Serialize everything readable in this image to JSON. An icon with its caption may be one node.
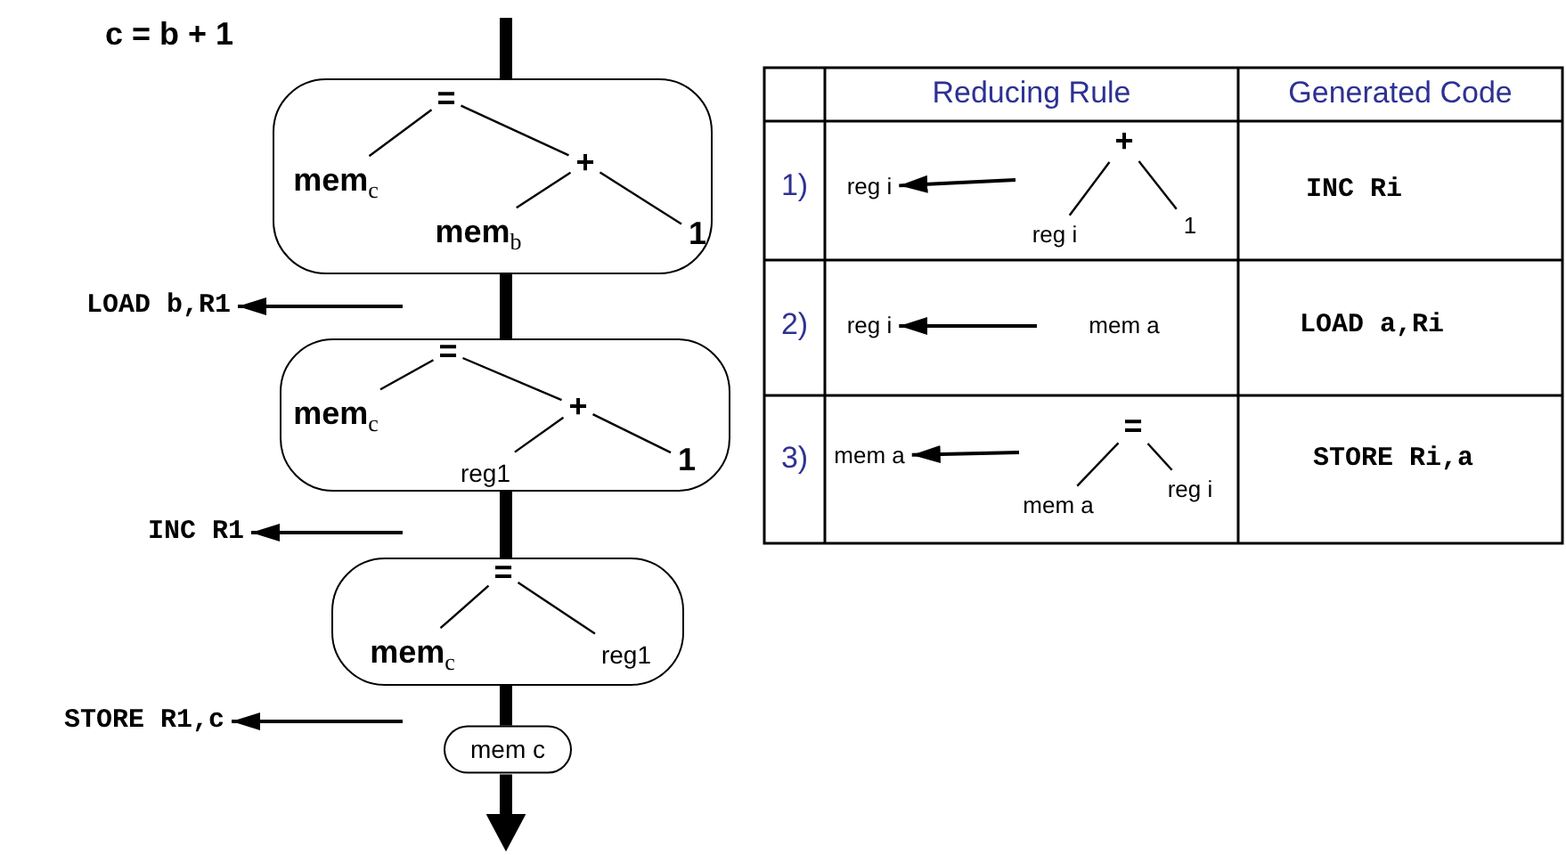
{
  "diagram": {
    "nodes": [
      {
        "text": [],
        "shape": "box"
      },
      {
        "text": [
          "="
        ],
        "in": 0
      },
      {
        "text": [
          "mem$_{c}$"
        ],
        "in": 0
      },
      {
        "text": [
          "+"
        ],
        "in": 0
      },
      {
        "text": [
          "mem$_{b}$"
        ],
        "in": 0
      },
      {
        "text": [
          "1"
        ],
        "in": 0
      },
      {
        "text": [
          "LOAD b,R1"
        ]
      },
      {
        "text": [],
        "shape": "box"
      },
      {
        "text": [
          "="
        ],
        "in": 7
      },
      {
        "text": [
          "mem$_{c}$"
        ],
        "in": 7
      },
      {
        "text": [
          "+"
        ],
        "in": 7
      },
      {
        "text": [
          "reg1"
        ],
        "in": 7
      },
      {
        "text": [
          "1"
        ],
        "in": 7
      },
      {
        "text": [
          "INC R1"
        ]
      },
      {
        "text": [],
        "shape": "box"
      },
      {
        "text": [
          "="
        ],
        "in": 14
      },
      {
        "text": [
          "mem$_{c}$"
        ],
        "in": 14
      },
      {
        "text": [
          "reg1"
        ],
        "in": 14
      },
      {
        "text": [
          "STORE R1,c"
        ]
      },
      {
        "text": [
          "mem c"
        ]
      },
      {
        "text": [
          "reg i"
        ]
      },
      {
        "text": [
          "+"
        ]
      },
      {
        "text": [
          "reg i"
        ]
      },
      {
        "text": [
          "1"
        ]
      },
      {
        "text": [
          "reg i"
        ]
      },
      {
        "text": [
          "mem a"
        ]
      },
      {
        "text": [
          "mem a"
        ]
      },
      {
        "text": [
          "="
        ]
      },
      {
        "text": [
          "mem a"
        ]
      },
      {
        "text": [
          "reg i"
        ]
      }
    ],
    "edges": [
      {
        "from": null,
        "to": 0,
        "arrow": "none",
        "style": "thick"
      },
      {
        "from": 0,
        "to": 7,
        "arrow": "none",
        "style": "thick"
      },
      {
        "from": 7,
        "to": 14,
        "arrow": "none",
        "style": "thick"
      },
      {
        "from": 14,
        "to": 19,
        "arrow": "none",
        "style": "thick"
      },
      {
        "from": 19,
        "to": null,
        "arrow": "to",
        "style": "thick"
      },
      {
        "from": null,
        "to": 6,
        "arrow": "to"
      },
      {
        "from": null,
        "to": 13,
        "arrow": "to"
      },
      {
        "from": null,
        "to": 18,
        "arrow": "to"
      },
      {
        "from": 1,
        "to": 2,
        "arrow": "none"
      },
      {
        "from": 1,
        "to": 3,
        "arrow": "none"
      },
      {
        "from": 3,
        "to": 4,
        "arrow": "none"
      },
      {
        "from": 3,
        "to": 5,
        "arrow": "none"
      },
      {
        "from": 8,
        "to": 9,
        "arrow": "none"
      },
      {
        "from": 8,
        "to": 10,
        "arrow": "none"
      },
      {
        "from": 10,
        "to": 11,
        "arrow": "none"
      },
      {
        "from": 10,
        "to": 12,
        "arrow": "none"
      },
      {
        "from": 15,
        "to": 16,
        "arrow": "none"
      },
      {
        "from": 15,
        "to": 17,
        "arrow": "none"
      },
      {
        "from": null,
        "to": 20,
        "arrow": "to"
      },
      {
        "from": 21,
        "to": 22,
        "arrow": "none"
      },
      {
        "from": 21,
        "to": 23,
        "arrow": "none"
      },
      {
        "from": null,
        "to": 24,
        "arrow": "to"
      },
      {
        "from": null,
        "to": 26,
        "arrow": "to"
      },
      {
        "from": 27,
        "to": 28,
        "arrow": "none"
      },
      {
        "from": 27,
        "to": 29,
        "arrow": "none"
      }
    ],
    "labels": [
      "c = b + 1",
      "Reducing Rule",
      "Generated Code",
      "1)",
      "INC Ri",
      "2)",
      "LOAD a,Ri",
      "3)",
      "STORE Ri,a"
    ]
  }
}
